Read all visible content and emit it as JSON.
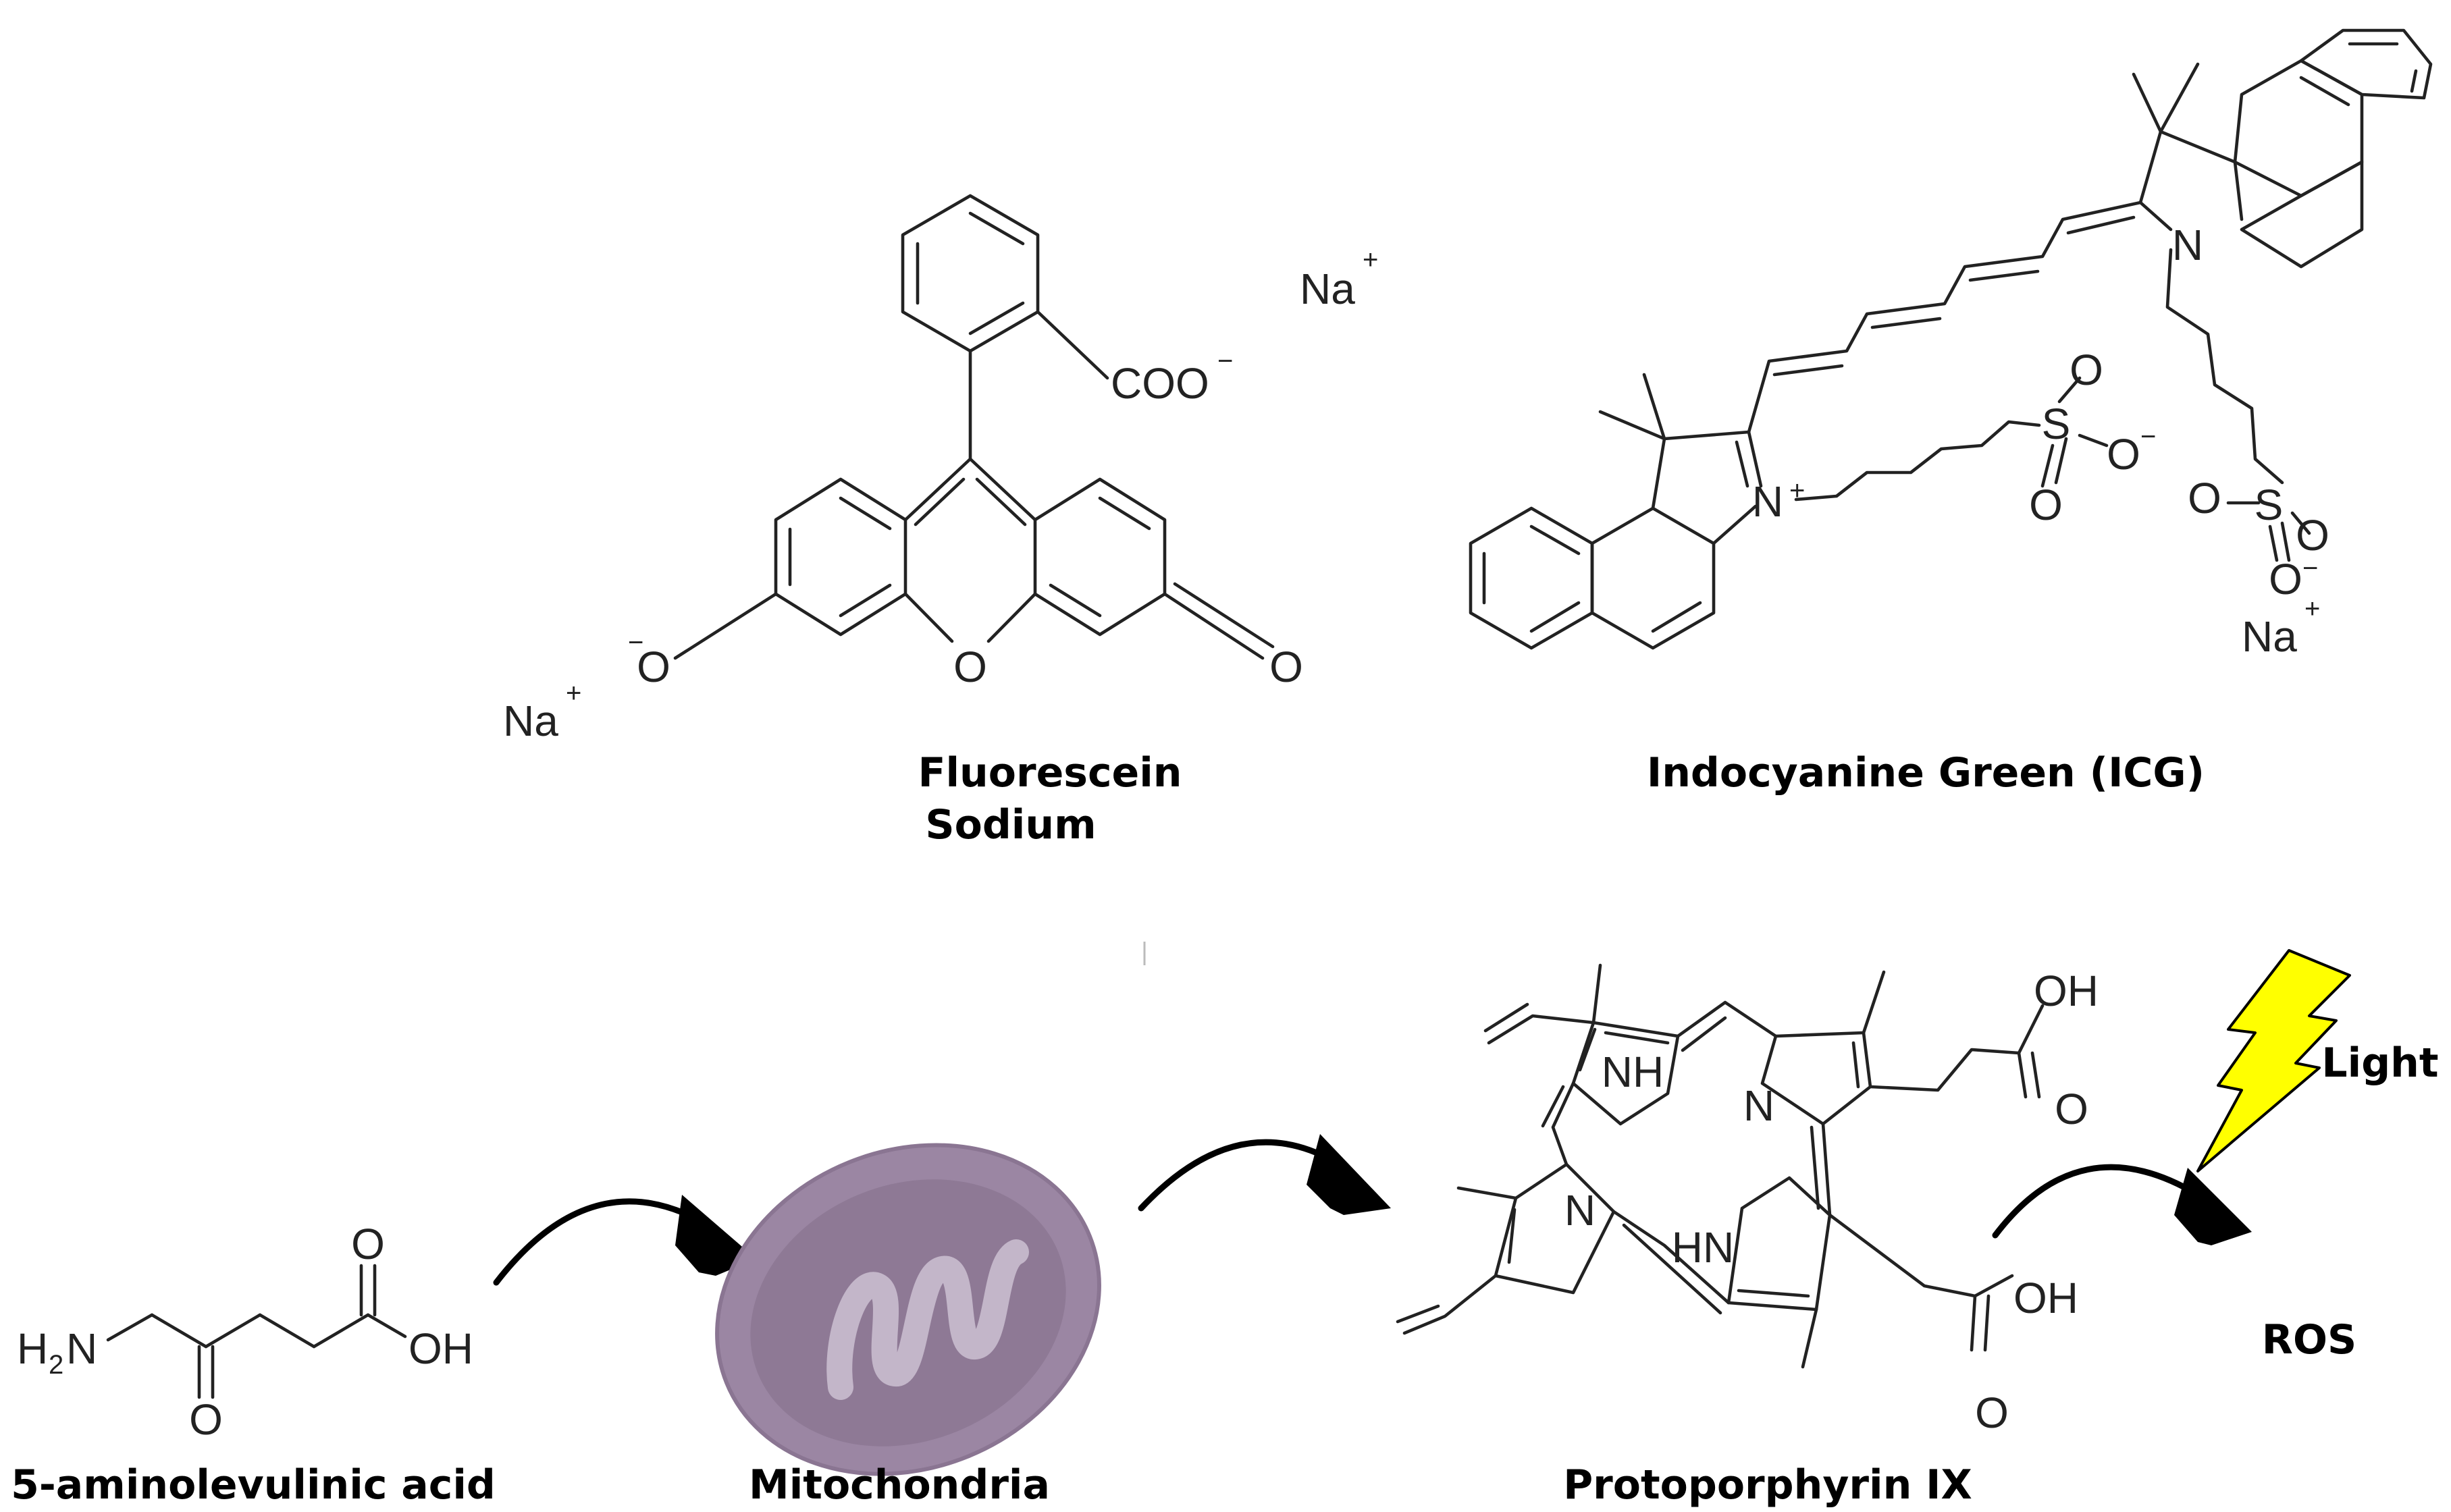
{
  "captions": {
    "fluorescein_line1": "Fluorescein",
    "fluorescein_line2": "Sodium",
    "icg": "Indocyanine Green (ICG)",
    "ala": "5-aminolevulinic acid",
    "mitochondria": "Mitochondria",
    "ppix": "Protoporphyrin IX",
    "light": "Light",
    "ros": "ROS"
  },
  "atoms": {
    "na": "Na",
    "plus": "+",
    "minus": "−",
    "oxygen": "O",
    "coo": "COO",
    "nitrogen": "N",
    "nh": "NH",
    "hn": "HN",
    "oh": "OH",
    "sulfur": "S",
    "h2n_h": "H",
    "h2n_2": "2",
    "h2n_n": "N"
  },
  "colors": {
    "bond": "#222222",
    "arrow": "#000000",
    "mito_fill": "#9b86a3",
    "mito_inner": "#c3b6c9",
    "lightning": "#ffff00"
  }
}
